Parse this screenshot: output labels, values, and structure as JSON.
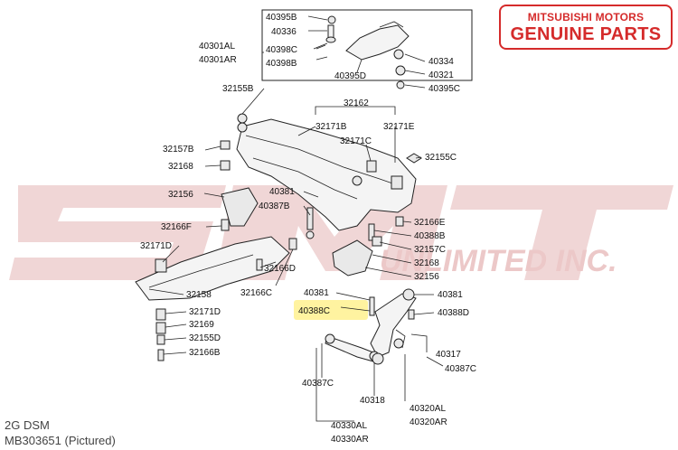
{
  "brand": {
    "line1": "MITSUBISHI MOTORS",
    "line2": "GENUINE PARTS",
    "color": "#d52b2b"
  },
  "watermark": {
    "big": "SMT",
    "small": "UNLIMITED INC.",
    "color": "#f0d6d6"
  },
  "footer": {
    "line1": "2G DSM",
    "line2": "MB303651  (Pictured)"
  },
  "highlight_color": "#fff3a0",
  "labels": {
    "p40395B": "40395B",
    "p40336": "40336",
    "p40398C": "40398C",
    "p40398B": "40398B",
    "p40301AL": "40301AL",
    "p40301AR": "40301AR",
    "p40395D": "40395D",
    "p40334": "40334",
    "p40321": "40321",
    "p40395C": "40395C",
    "p32155B": "32155B",
    "p32162": "32162",
    "p32171B": "32171B",
    "p32171E": "32171E",
    "p32171C": "32171C",
    "p32157B": "32157B",
    "p32168a": "32168",
    "p32155C": "32155C",
    "p32156a": "32156",
    "p40381a": "40381",
    "p40387Ba": "40387B",
    "p32166F": "32166F",
    "p32166E": "32166E",
    "p40388B": "40388B",
    "p32171D_top": "32171D",
    "p32157C": "32157C",
    "p32168b": "32168",
    "p32166D": "32166D",
    "p32156b": "32156",
    "p32158": "32158",
    "p32166C": "32166C",
    "p32171D": "32171D",
    "p32169": "32169",
    "p32155D": "32155D",
    "p32166B": "32166B",
    "p40381b": "40381",
    "p40388C": "40388C",
    "p40381c": "40381",
    "p40388D": "40388D",
    "p40317": "40317",
    "p40387Cr": "40387C",
    "p40387Cl": "40387C",
    "p40318": "40318",
    "p40320AL": "40320AL",
    "p40320AR": "40320AR",
    "p40330AL": "40330AL",
    "p40330AR": "40330AR"
  }
}
